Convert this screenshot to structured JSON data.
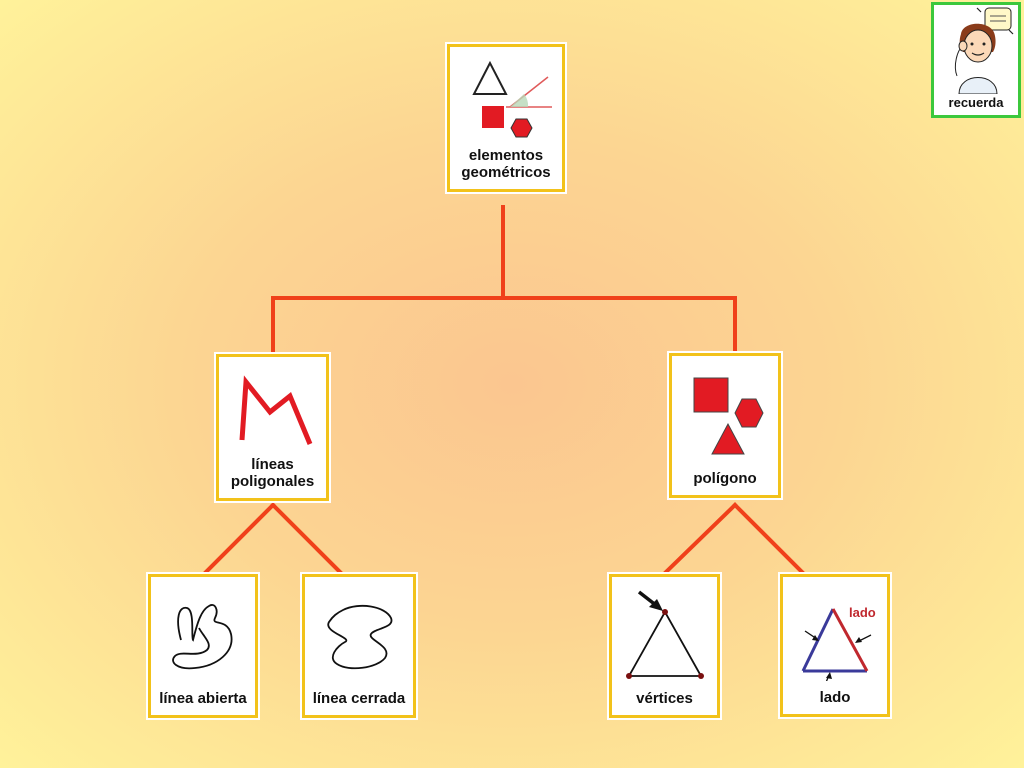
{
  "colors": {
    "connector": "#f0401a",
    "card_border": "#f2c21a",
    "accent_red": "#e21b23",
    "remember_border": "#3cc83c"
  },
  "remember": {
    "label": "recuerda",
    "icon": "thinking-person-icon"
  },
  "nodes": {
    "root": {
      "label": "elementos\ngeométricos",
      "icon": "geometry-elements-icon"
    },
    "polygonal_lines": {
      "label": "líneas\npoligonales",
      "icon": "polyline-icon"
    },
    "polygon": {
      "label": "polígono",
      "icon": "polygons-icon"
    },
    "open_line": {
      "label": "línea abierta",
      "icon": "open-curve-icon"
    },
    "closed_line": {
      "label": "línea cerrada",
      "icon": "closed-curve-icon"
    },
    "vertices": {
      "label": "vértices",
      "icon": "triangle-vertex-icon"
    },
    "side": {
      "label": "lado",
      "icon": "triangle-side-icon",
      "annotation": "lado"
    }
  }
}
